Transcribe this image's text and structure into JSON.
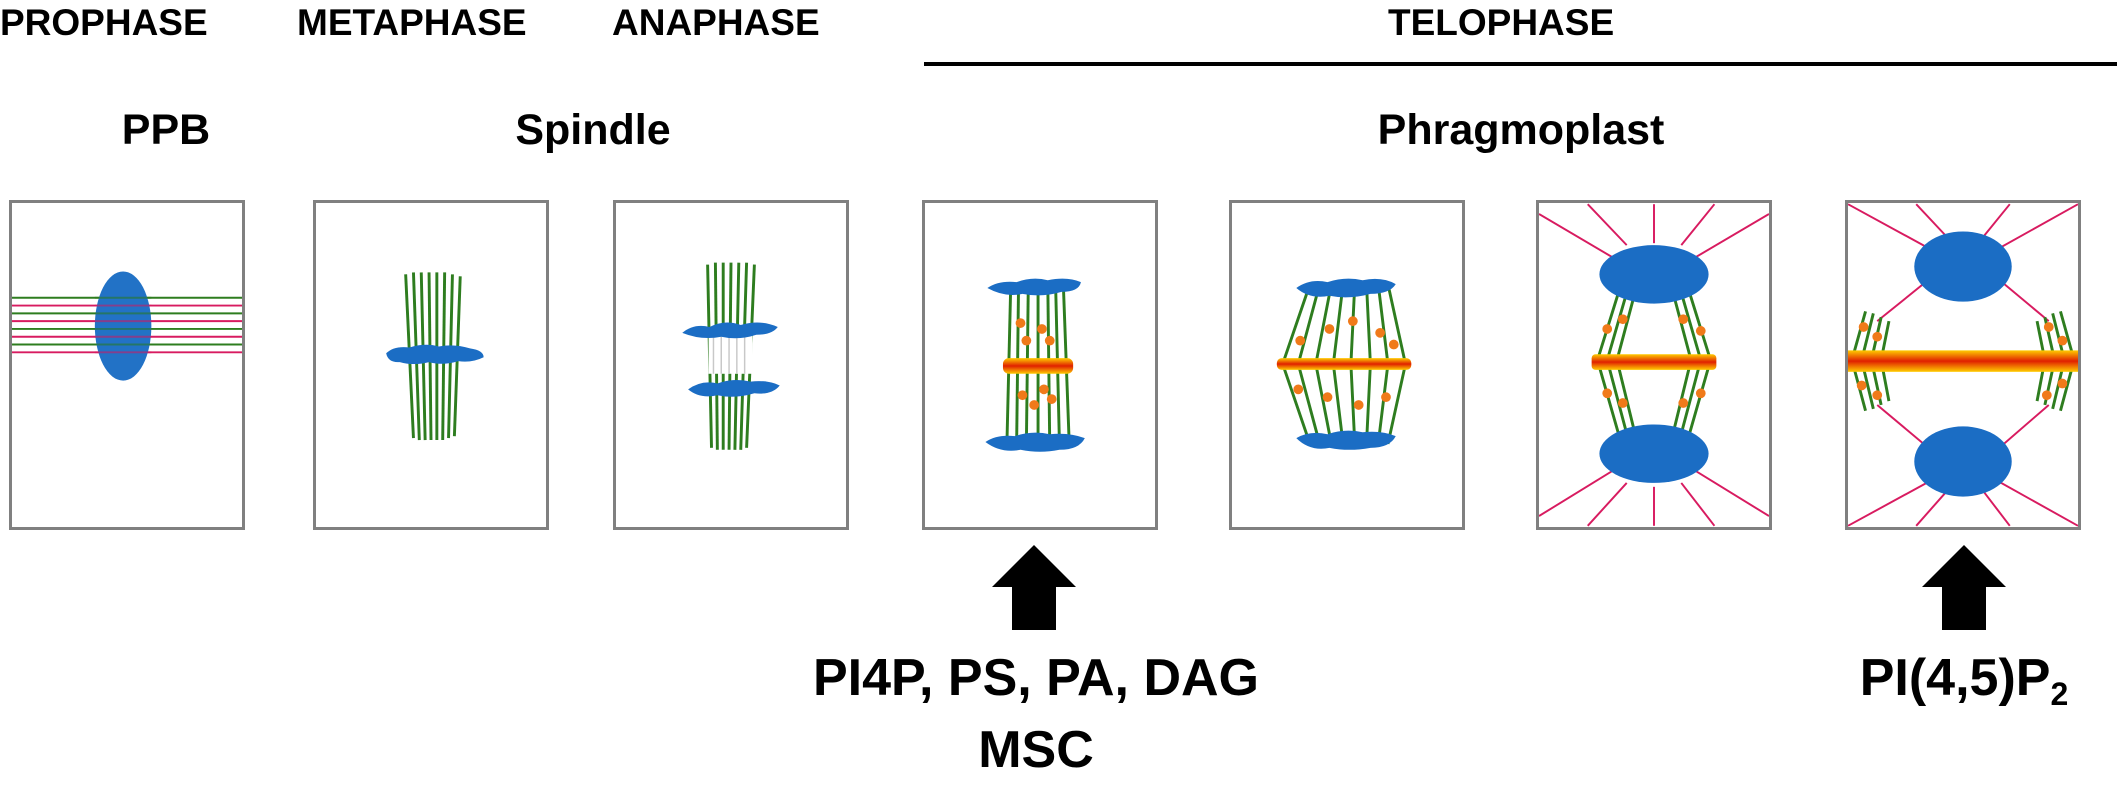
{
  "phases": {
    "prophase": "PROPHASE",
    "metaphase": "METAPHASE",
    "anaphase": "ANAPHASE",
    "telophase": "TELOPHASE"
  },
  "structures": {
    "ppb": "PPB",
    "spindle": "Spindle",
    "phragmoplast": "Phragmoplast"
  },
  "labels": {
    "lipids_1": "PI4P, PS, PA, DAG",
    "lipids_2": "MSC",
    "pip2_main": "PI(4,5)P",
    "pip2_sub": "2"
  },
  "colors": {
    "nucleus": "#1b6dc4",
    "microtubule": "#2e7d1f",
    "cortical": "#d81b60",
    "cell_plate": "#f08000",
    "vesicle": "#f07a1a",
    "panel_border": "#808080"
  }
}
